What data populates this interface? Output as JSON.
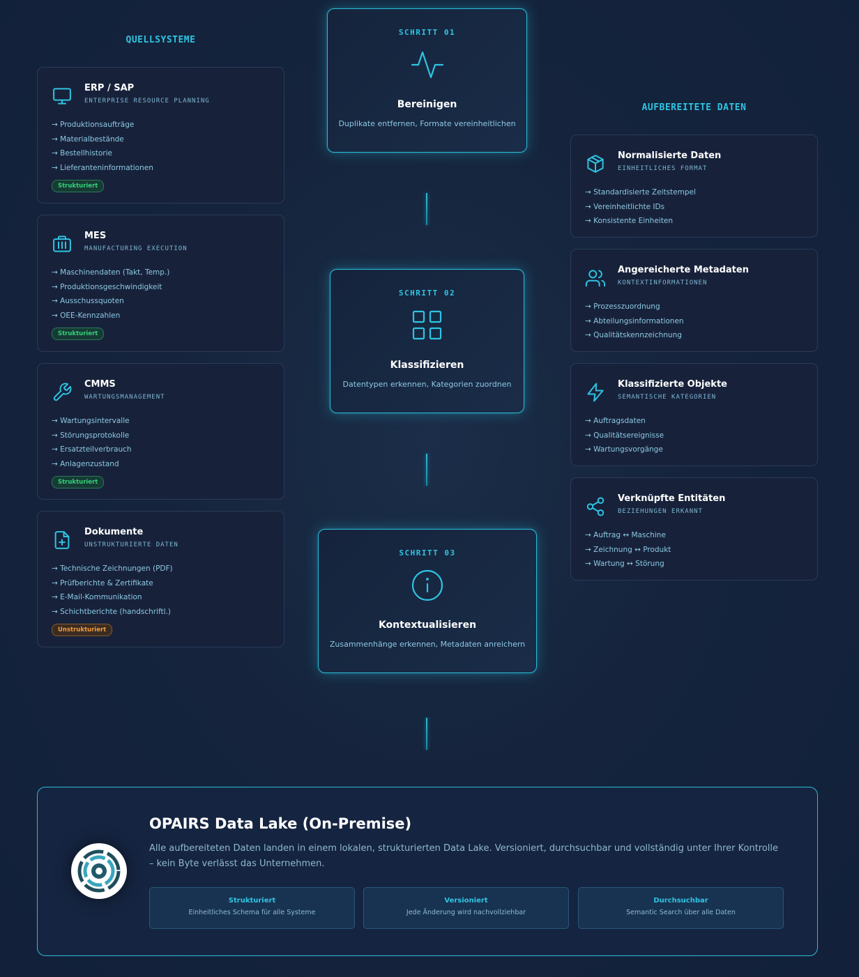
{
  "sources": {
    "title": "QUELLSYSTEME",
    "cards": [
      {
        "title": "ERP / SAP",
        "subtitle": "ENTERPRISE RESOURCE PLANNING",
        "icon": "monitor-icon",
        "items": [
          "→ Produktionsaufträge",
          "→ Materialbestände",
          "→ Bestellhistorie",
          "→ Lieferanteninformationen"
        ],
        "badge": "Strukturiert"
      },
      {
        "title": "MES",
        "subtitle": "MANUFACTURING EXECUTION",
        "icon": "factory-icon",
        "items": [
          "→ Maschinendaten (Takt, Temp.)",
          "→ Produktionsgeschwindigkeit",
          "→ Ausschussquoten",
          "→ OEE-Kennzahlen"
        ],
        "badge": "Strukturiert"
      },
      {
        "title": "CMMS",
        "subtitle": "WARTUNGSMANAGEMENT",
        "icon": "wrench-icon",
        "items": [
          "→ Wartungsintervalle",
          "→ Störungsprotokolle",
          "→ Ersatzteilverbrauch",
          "→ Anlagenzustand"
        ],
        "badge": "Strukturiert"
      },
      {
        "title": "Dokumente",
        "subtitle": "UNSTRUKTURIERTE DATEN",
        "icon": "document-plus-icon",
        "items": [
          "→ Technische Zeichnungen (PDF)",
          "→ Prüfberichte & Zertifikate",
          "→ E-Mail-Kommunikation",
          "→ Schichtberichte (handschriftl.)"
        ],
        "badge": "Unstrukturiert"
      }
    ]
  },
  "steps": [
    {
      "label": "SCHRITT 01",
      "title": "Bereinigen",
      "desc": "Duplikate entfernen, Formate vereinheitlichen",
      "icon": "pulse-icon"
    },
    {
      "label": "SCHRITT 02",
      "title": "Klassifizieren",
      "desc": "Datentypen erkennen, Kategorien zuordnen",
      "icon": "grid-icon"
    },
    {
      "label": "SCHRITT 03",
      "title": "Kontextualisieren",
      "desc": "Zusammenhänge erkennen, Metadaten anreichern",
      "icon": "info-icon"
    }
  ],
  "outputs": {
    "title": "AUFBEREITETE DATEN",
    "cards": [
      {
        "title": "Normalisierte Daten",
        "subtitle": "EINHEITLICHES FORMAT",
        "icon": "cube-icon",
        "items": [
          "→ Standardisierte Zeitstempel",
          "→ Vereinheitlichte IDs",
          "→ Konsistente Einheiten"
        ]
      },
      {
        "title": "Angereicherte Metadaten",
        "subtitle": "KONTEXTINFORMATIONEN",
        "icon": "users-icon",
        "items": [
          "→ Prozesszuordnung",
          "→ Abteilungsinformationen",
          "→ Qualitätskennzeichnung"
        ]
      },
      {
        "title": "Klassifizierte Objekte",
        "subtitle": "SEMANTISCHE KATEGORIEN",
        "icon": "lightning-icon",
        "items": [
          "→ Auftragsdaten",
          "→ Qualitätsereignisse",
          "→ Wartungsvorgänge"
        ]
      },
      {
        "title": "Verknüpfte Entitäten",
        "subtitle": "BEZIEHUNGEN ERKANNT",
        "icon": "share-icon",
        "items": [
          "→ Auftrag ↔ Maschine",
          "→ Zeichnung ↔ Produkt",
          "→ Wartung ↔ Störung"
        ]
      }
    ]
  },
  "lake": {
    "title": "OPAIRS Data Lake (On-Premise)",
    "desc": "Alle aufbereiteten Daten landen in einem lokalen, strukturierten Data Lake. Versioniert, durchsuchbar und vollständig unter Ihrer Kontrolle – kein Byte verlässt das Unternehmen.",
    "features": [
      {
        "title": "Strukturiert",
        "desc": "Einheitliches Schema für alle Systeme"
      },
      {
        "title": "Versioniert",
        "desc": "Jede Änderung wird nachvollziehbar"
      },
      {
        "title": "Durchsuchbar",
        "desc": "Semantic Search über alle Daten"
      }
    ]
  },
  "colors": {
    "accent": "#2fc4e2",
    "structured": "#35d07a",
    "unstructured": "#f19a3e",
    "background": "#15243c"
  }
}
